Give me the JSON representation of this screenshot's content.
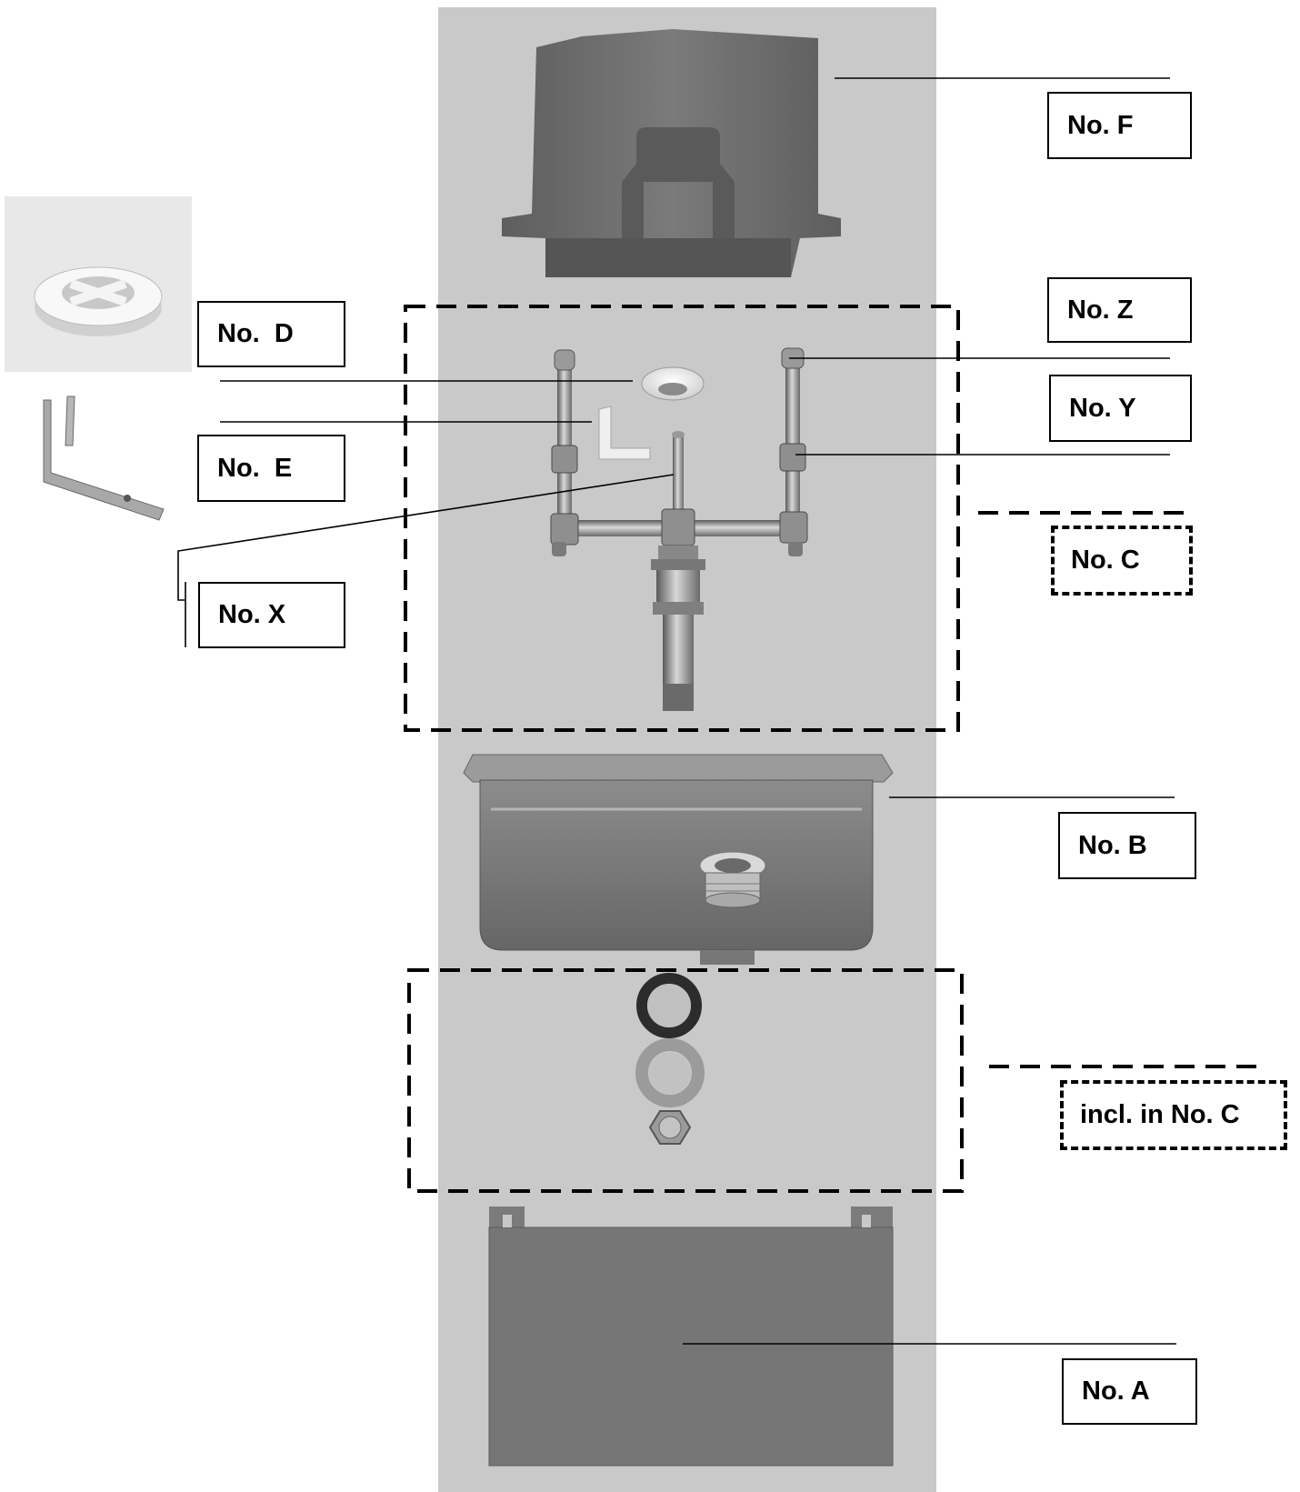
{
  "labels": {
    "F": "No. F",
    "Z": "No. Z",
    "Y": "No. Y",
    "D": "No.  D",
    "E": "No.  E",
    "X": "No. X",
    "C": "No. C",
    "B": "No. B",
    "incl_C": "incl. in No. C",
    "A": "No. A"
  },
  "colors": {
    "panel": "#c9c9c9",
    "part_dark": "#6b6b6b",
    "steel": "#8a8a8a",
    "line": "#000000"
  }
}
